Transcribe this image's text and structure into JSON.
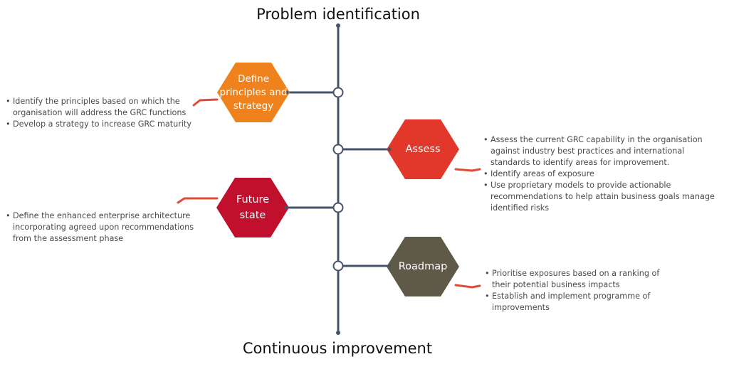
{
  "top_label": "Problem identification",
  "bottom_label": "Continuous improvement",
  "steps": [
    {
      "label_lines": [
        "Define",
        "principles and",
        "strategy"
      ],
      "color": "#F0821E",
      "bullets": [
        "Identify the principles based on which the organisation will address the GRC functions",
        "Develop a strategy to increase GRC maturity"
      ]
    },
    {
      "label_lines": [
        "Assess"
      ],
      "color": "#E2382B",
      "bullets": [
        "Assess the current GRC capability in the organisation against industry best practices and international standards to identify areas for improvement.",
        "Identify areas of exposure",
        "Use proprietary models to provide actionable recommendations to help attain business goals manage identified risks"
      ]
    },
    {
      "label_lines": [
        "Future",
        "state"
      ],
      "color": "#C0102E",
      "bullets": [
        "Define the enhanced enterprise architecture incorporating agreed upon recommendations from the assessment phase"
      ]
    },
    {
      "label_lines": [
        "Roadmap"
      ],
      "color": "#5F5A48",
      "bullets": [
        "Prioritise exposures based on a ranking of their potential business impacts",
        "Establish and implement programme of improvements"
      ]
    }
  ],
  "colors": {
    "axis": "#44546A",
    "accent": "#E24A38"
  }
}
